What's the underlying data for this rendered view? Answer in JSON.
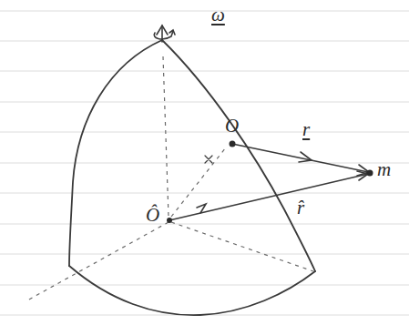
{
  "diagram": {
    "labels": [
      "ω",
      "O",
      "Ô",
      "r",
      "r̂",
      "m"
    ]
  }
}
